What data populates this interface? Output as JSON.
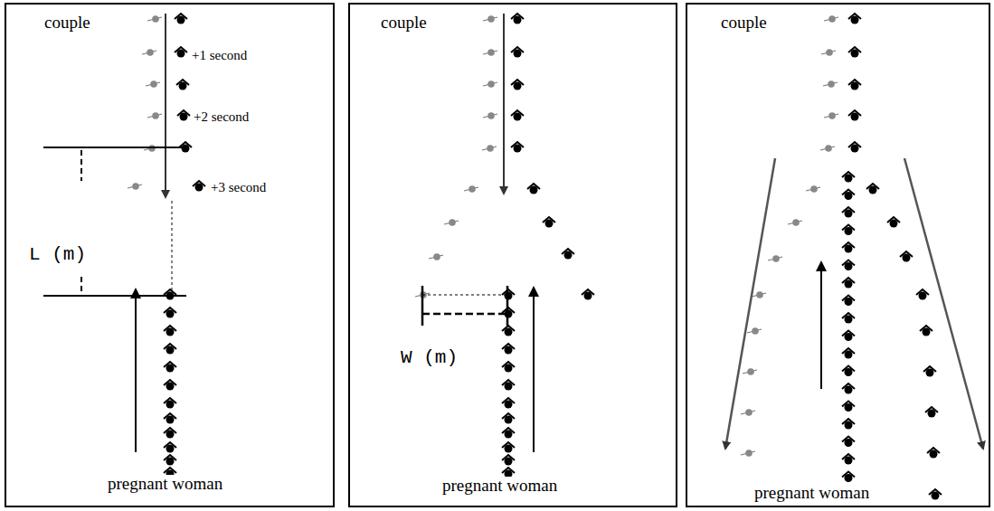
{
  "diagram": {
    "nodes": [
      {
        "text": [
          "couple",
          "pregnant woman"
        ]
      },
      {
        "text": [
          "couple",
          "pregnant woman"
        ]
      },
      {
        "text": [
          "couple",
          "pregnant woman"
        ]
      }
    ],
    "labels": [
      "+1 second",
      "+2 second",
      "+3 second",
      "L (m)",
      "W (m)"
    ]
  }
}
